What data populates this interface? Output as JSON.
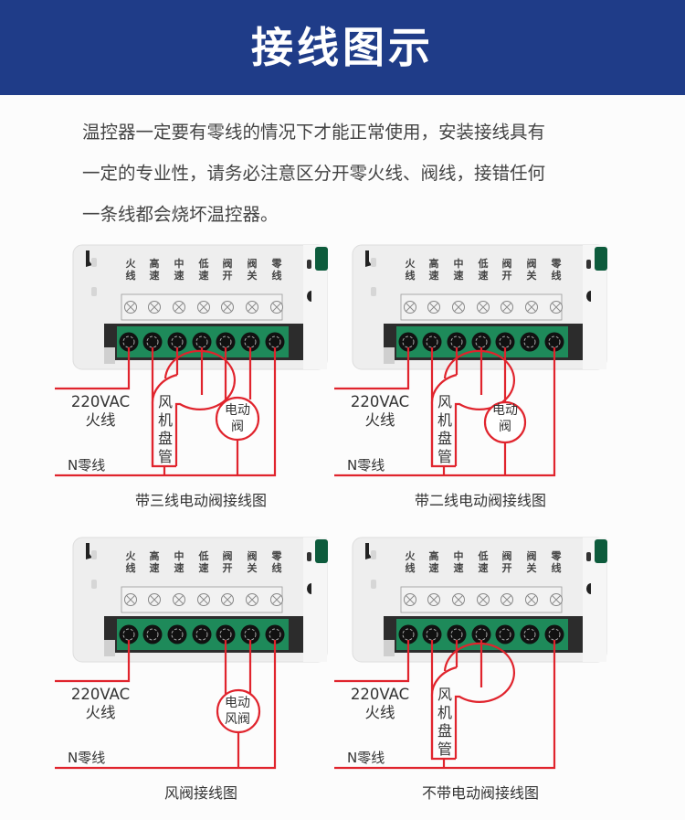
{
  "header": {
    "title": "接线图示",
    "background_color": "#1f3c88"
  },
  "intro": {
    "lines": [
      "温控器一定要有零线的情况下才能正常使用，安装接线具有",
      "一定的专业性，请务必注意区分开零火线、阀线，接错任何",
      "一条线都会烧坏温控器。"
    ]
  },
  "terminal_labels": [
    {
      "top": "火",
      "bottom": "线"
    },
    {
      "top": "高",
      "bottom": "速"
    },
    {
      "top": "中",
      "bottom": "速"
    },
    {
      "top": "低",
      "bottom": "速"
    },
    {
      "top": "阀",
      "bottom": "开"
    },
    {
      "top": "阀",
      "bottom": "关"
    },
    {
      "top": "零",
      "bottom": "线"
    }
  ],
  "common": {
    "hot_wire_voltage": "220VAC",
    "hot_wire_label": "火线",
    "neutral_label": "N零线",
    "fan_coil_chars": [
      "风",
      "机",
      "盘",
      "管"
    ],
    "wire_color": "#e0242d",
    "terminal_block_color": "#1e8a5a"
  },
  "diagrams": [
    {
      "caption": "带三线电动阀接线图",
      "valve_lines": [
        "电动",
        "阀"
      ],
      "has_fan_coil": true,
      "valve_type": "three-wire"
    },
    {
      "caption": "带二线电动阀接线图",
      "valve_lines": [
        "电动",
        "阀"
      ],
      "has_fan_coil": true,
      "valve_type": "two-wire"
    },
    {
      "caption": "风阀接线图",
      "valve_lines": [
        "电动",
        "风阀"
      ],
      "has_fan_coil": false,
      "valve_type": "air-damper"
    },
    {
      "caption": "不带电动阀接线图",
      "valve_lines": [],
      "has_fan_coil": true,
      "valve_type": "none"
    }
  ]
}
